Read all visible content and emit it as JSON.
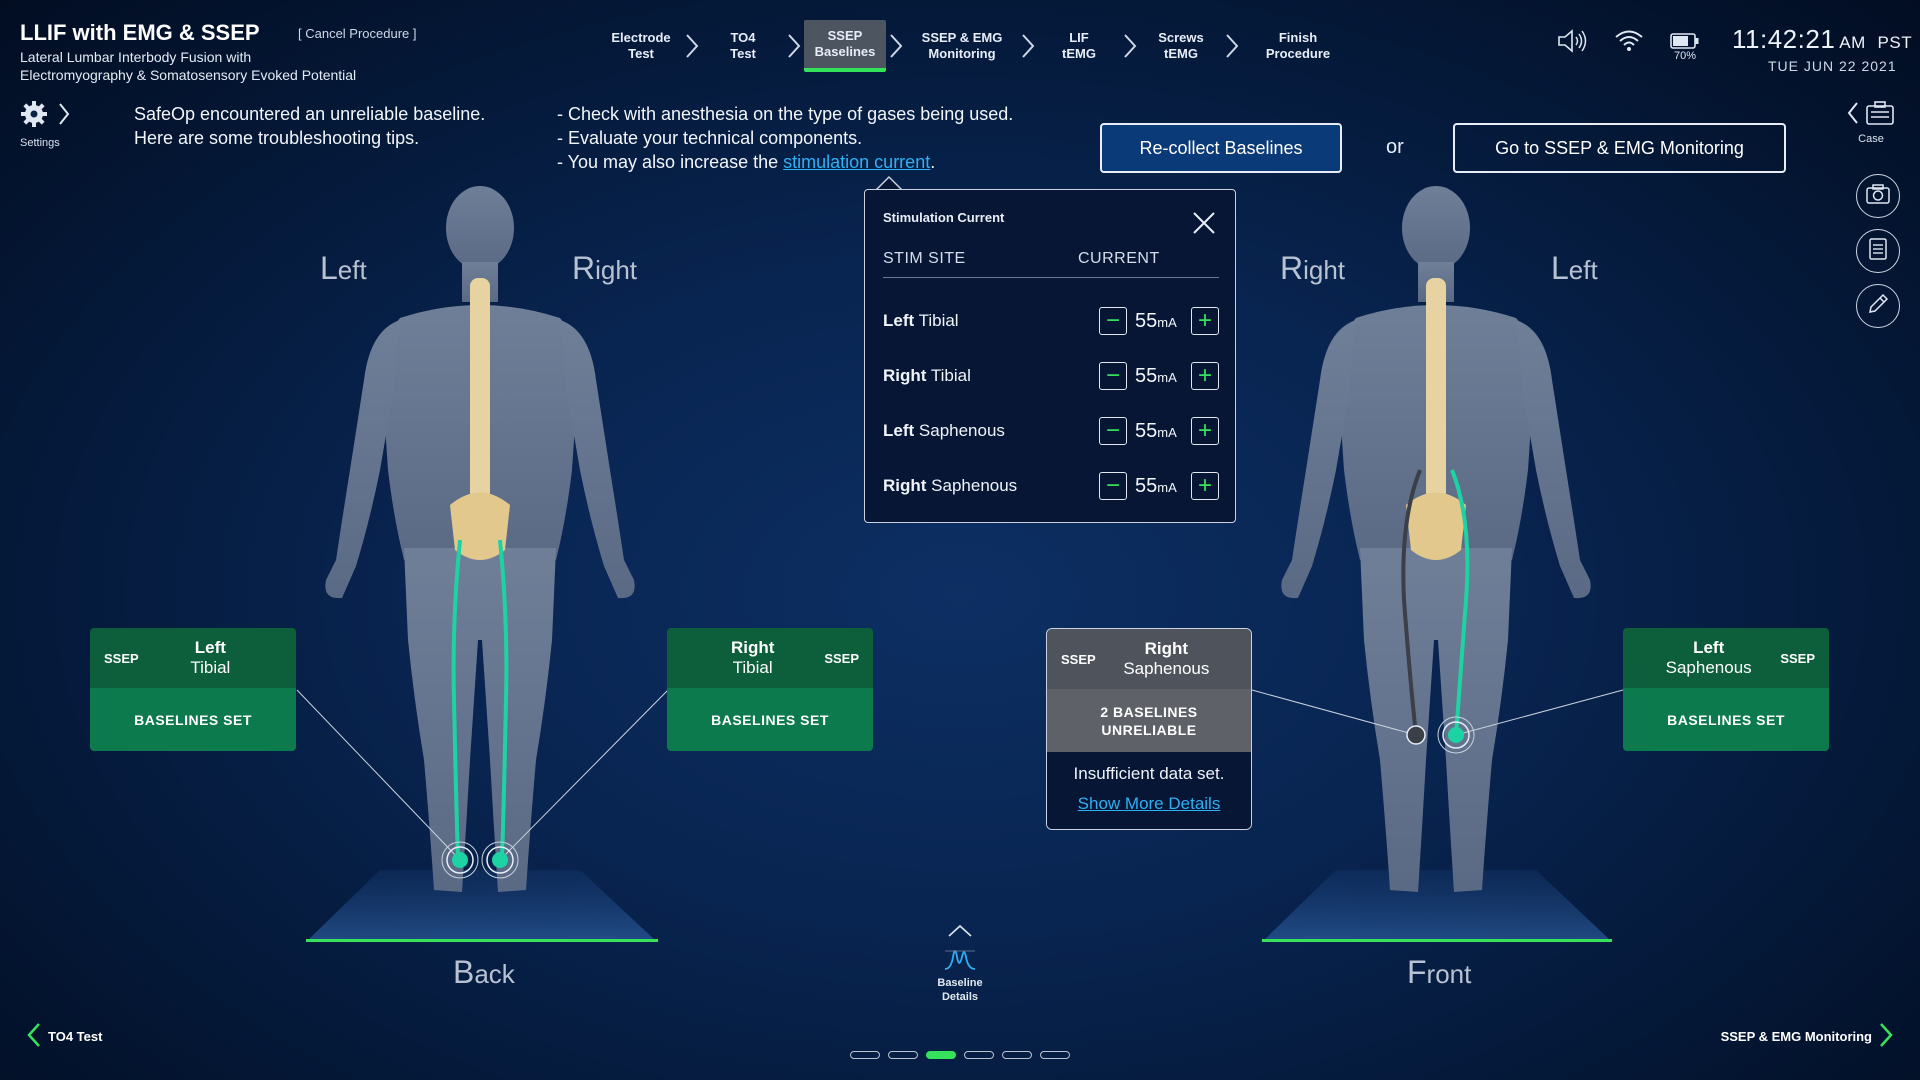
{
  "header": {
    "title": "LLIF with EMG & SSEP",
    "cancel_label": "[ Cancel Procedure ]",
    "subtitle_line1": "Lateral Lumbar Interbody Fusion with",
    "subtitle_line2": "Electromyography & Somatosensory Evoked Potential"
  },
  "steps": [
    {
      "line1": "Electrode",
      "line2": "Test",
      "active": false
    },
    {
      "line1": "TO4",
      "line2": "Test",
      "active": false
    },
    {
      "line1": "SSEP",
      "line2": "Baselines",
      "active": true
    },
    {
      "line1": "SSEP & EMG",
      "line2": "Monitoring",
      "active": false
    },
    {
      "line1": "LIF",
      "line2": "tEMG",
      "active": false
    },
    {
      "line1": "Screws",
      "line2": "tEMG",
      "active": false
    },
    {
      "line1": "Finish",
      "line2": "Procedure",
      "active": false
    }
  ],
  "status": {
    "battery_pct": "70%",
    "time": "11:42:21",
    "ampm": "AM",
    "tz": "PST",
    "date": "TUE   JUN 22   2021",
    "icons": [
      "speaker-icon",
      "wifi-icon",
      "battery-icon"
    ]
  },
  "settings_label": "Settings",
  "case_label": "Case",
  "message": {
    "left_line1": "SafeOp encountered an unreliable baseline.",
    "left_line2": "Here are some troubleshooting tips.",
    "tip1": "- Check with anesthesia on the type of gases being used.",
    "tip2": "- Evaluate your technical components.",
    "tip3_prefix": "- You may also increase the ",
    "tip3_link": "stimulation current",
    "tip3_suffix": "."
  },
  "actions": {
    "recollect": "Re-collect Baselines",
    "or": "or",
    "goto": "Go to SSEP & EMG Monitoring"
  },
  "stim_popover": {
    "title": "Stimulation Current",
    "col_site": "STIM SITE",
    "col_current": "CURRENT",
    "rows": [
      {
        "bold": "Left",
        "rest": " Tibial",
        "value": "55",
        "unit": "mA"
      },
      {
        "bold": "Right",
        "rest": " Tibial",
        "value": "55",
        "unit": "mA"
      },
      {
        "bold": "Left",
        "rest": " Saphenous",
        "value": "55",
        "unit": "mA"
      },
      {
        "bold": "Right",
        "rest": " Saphenous",
        "value": "55",
        "unit": "mA"
      }
    ]
  },
  "back_view": {
    "left_cap": "L",
    "left_rest": "eft",
    "right_cap": "R",
    "right_rest": "ight",
    "label_cap": "B",
    "label_rest": "ack"
  },
  "front_view": {
    "right_cap": "R",
    "right_rest": "ight",
    "left_cap": "L",
    "left_rest": "eft",
    "label_cap": "F",
    "label_rest": "ront"
  },
  "cards": {
    "left_tibial": {
      "tag": "SSEP",
      "side": "Left",
      "nerve": "Tibial",
      "status": "BASELINES SET"
    },
    "right_tibial": {
      "tag": "SSEP",
      "side": "Right",
      "nerve": "Tibial",
      "status": "BASELINES SET"
    },
    "right_saphenous": {
      "tag": "SSEP",
      "side": "Right",
      "nerve": "Saphenous",
      "status_line1": "2 BASELINES",
      "status_line2": "UNRELIABLE",
      "detail": "Insufficient data set.",
      "link": "Show More Details"
    },
    "left_saphenous": {
      "tag": "SSEP",
      "side": "Left",
      "nerve": "Saphenous",
      "status": "BASELINES SET"
    }
  },
  "baseline_details": {
    "line1": "Baseline",
    "line2": "Details"
  },
  "nav": {
    "prev": "TO4 Test",
    "next": "SSEP & EMG Monitoring"
  },
  "pager": {
    "count": 6,
    "active_index": 2
  },
  "colors": {
    "accent_green": "#35e35b",
    "link_blue": "#2fb0f5",
    "card_green": "#0c7a4c",
    "nerve_teal": "#1ed3a3"
  }
}
